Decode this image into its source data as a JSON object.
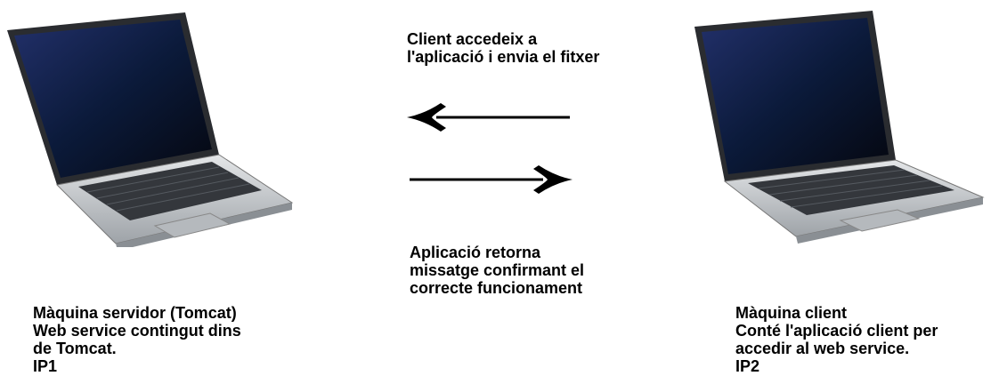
{
  "flow": {
    "request_label": "Client accedeix a\nl'aplicació i envia el fitxer",
    "response_label": "Aplicació retorna\nmissatge confirmant el\ncorrecte funcionament"
  },
  "server": {
    "label": "Màquina servidor (Tomcat)\nWeb service contingut dins\nde Tomcat.\nIP1"
  },
  "client": {
    "label": "Màquina client\nConté l'aplicació client per\naccedir al web service.\nIP2"
  },
  "colors": {
    "screen": "#0b1a3a",
    "body": "#c8ccd0",
    "keyboard": "#3a3d42",
    "arrow": "#000000"
  }
}
